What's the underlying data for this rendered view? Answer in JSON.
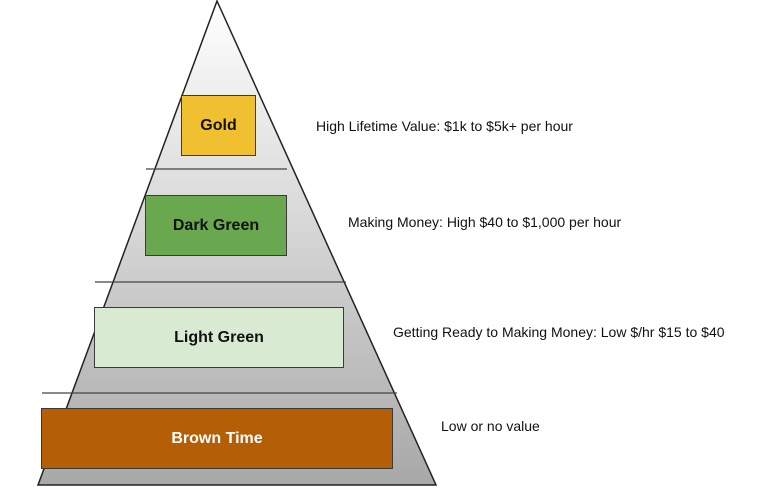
{
  "tiers": [
    {
      "label": "Gold",
      "description": "High Lifetime Value: $1k to $5k+ per hour",
      "fill": "#f0c030",
      "text_color": "#111111"
    },
    {
      "label": "Dark Green",
      "description": "Making Money: High $40 to $1,000 per hour",
      "fill": "#6aa84f",
      "text_color": "#111111"
    },
    {
      "label": "Light Green",
      "description": "Getting Ready to Making Money: Low $/hr $15 to $40",
      "fill": "#d9ead3",
      "text_color": "#111111"
    },
    {
      "label": "Brown Time",
      "description": "Low or no value",
      "fill": "#b45f06",
      "text_color": "#ffffff"
    }
  ],
  "pyramid_colors": {
    "outline": "#222222",
    "gradient_light": "#ffffff",
    "gradient_dark": "#a8a8a8",
    "divider": "#444444"
  }
}
